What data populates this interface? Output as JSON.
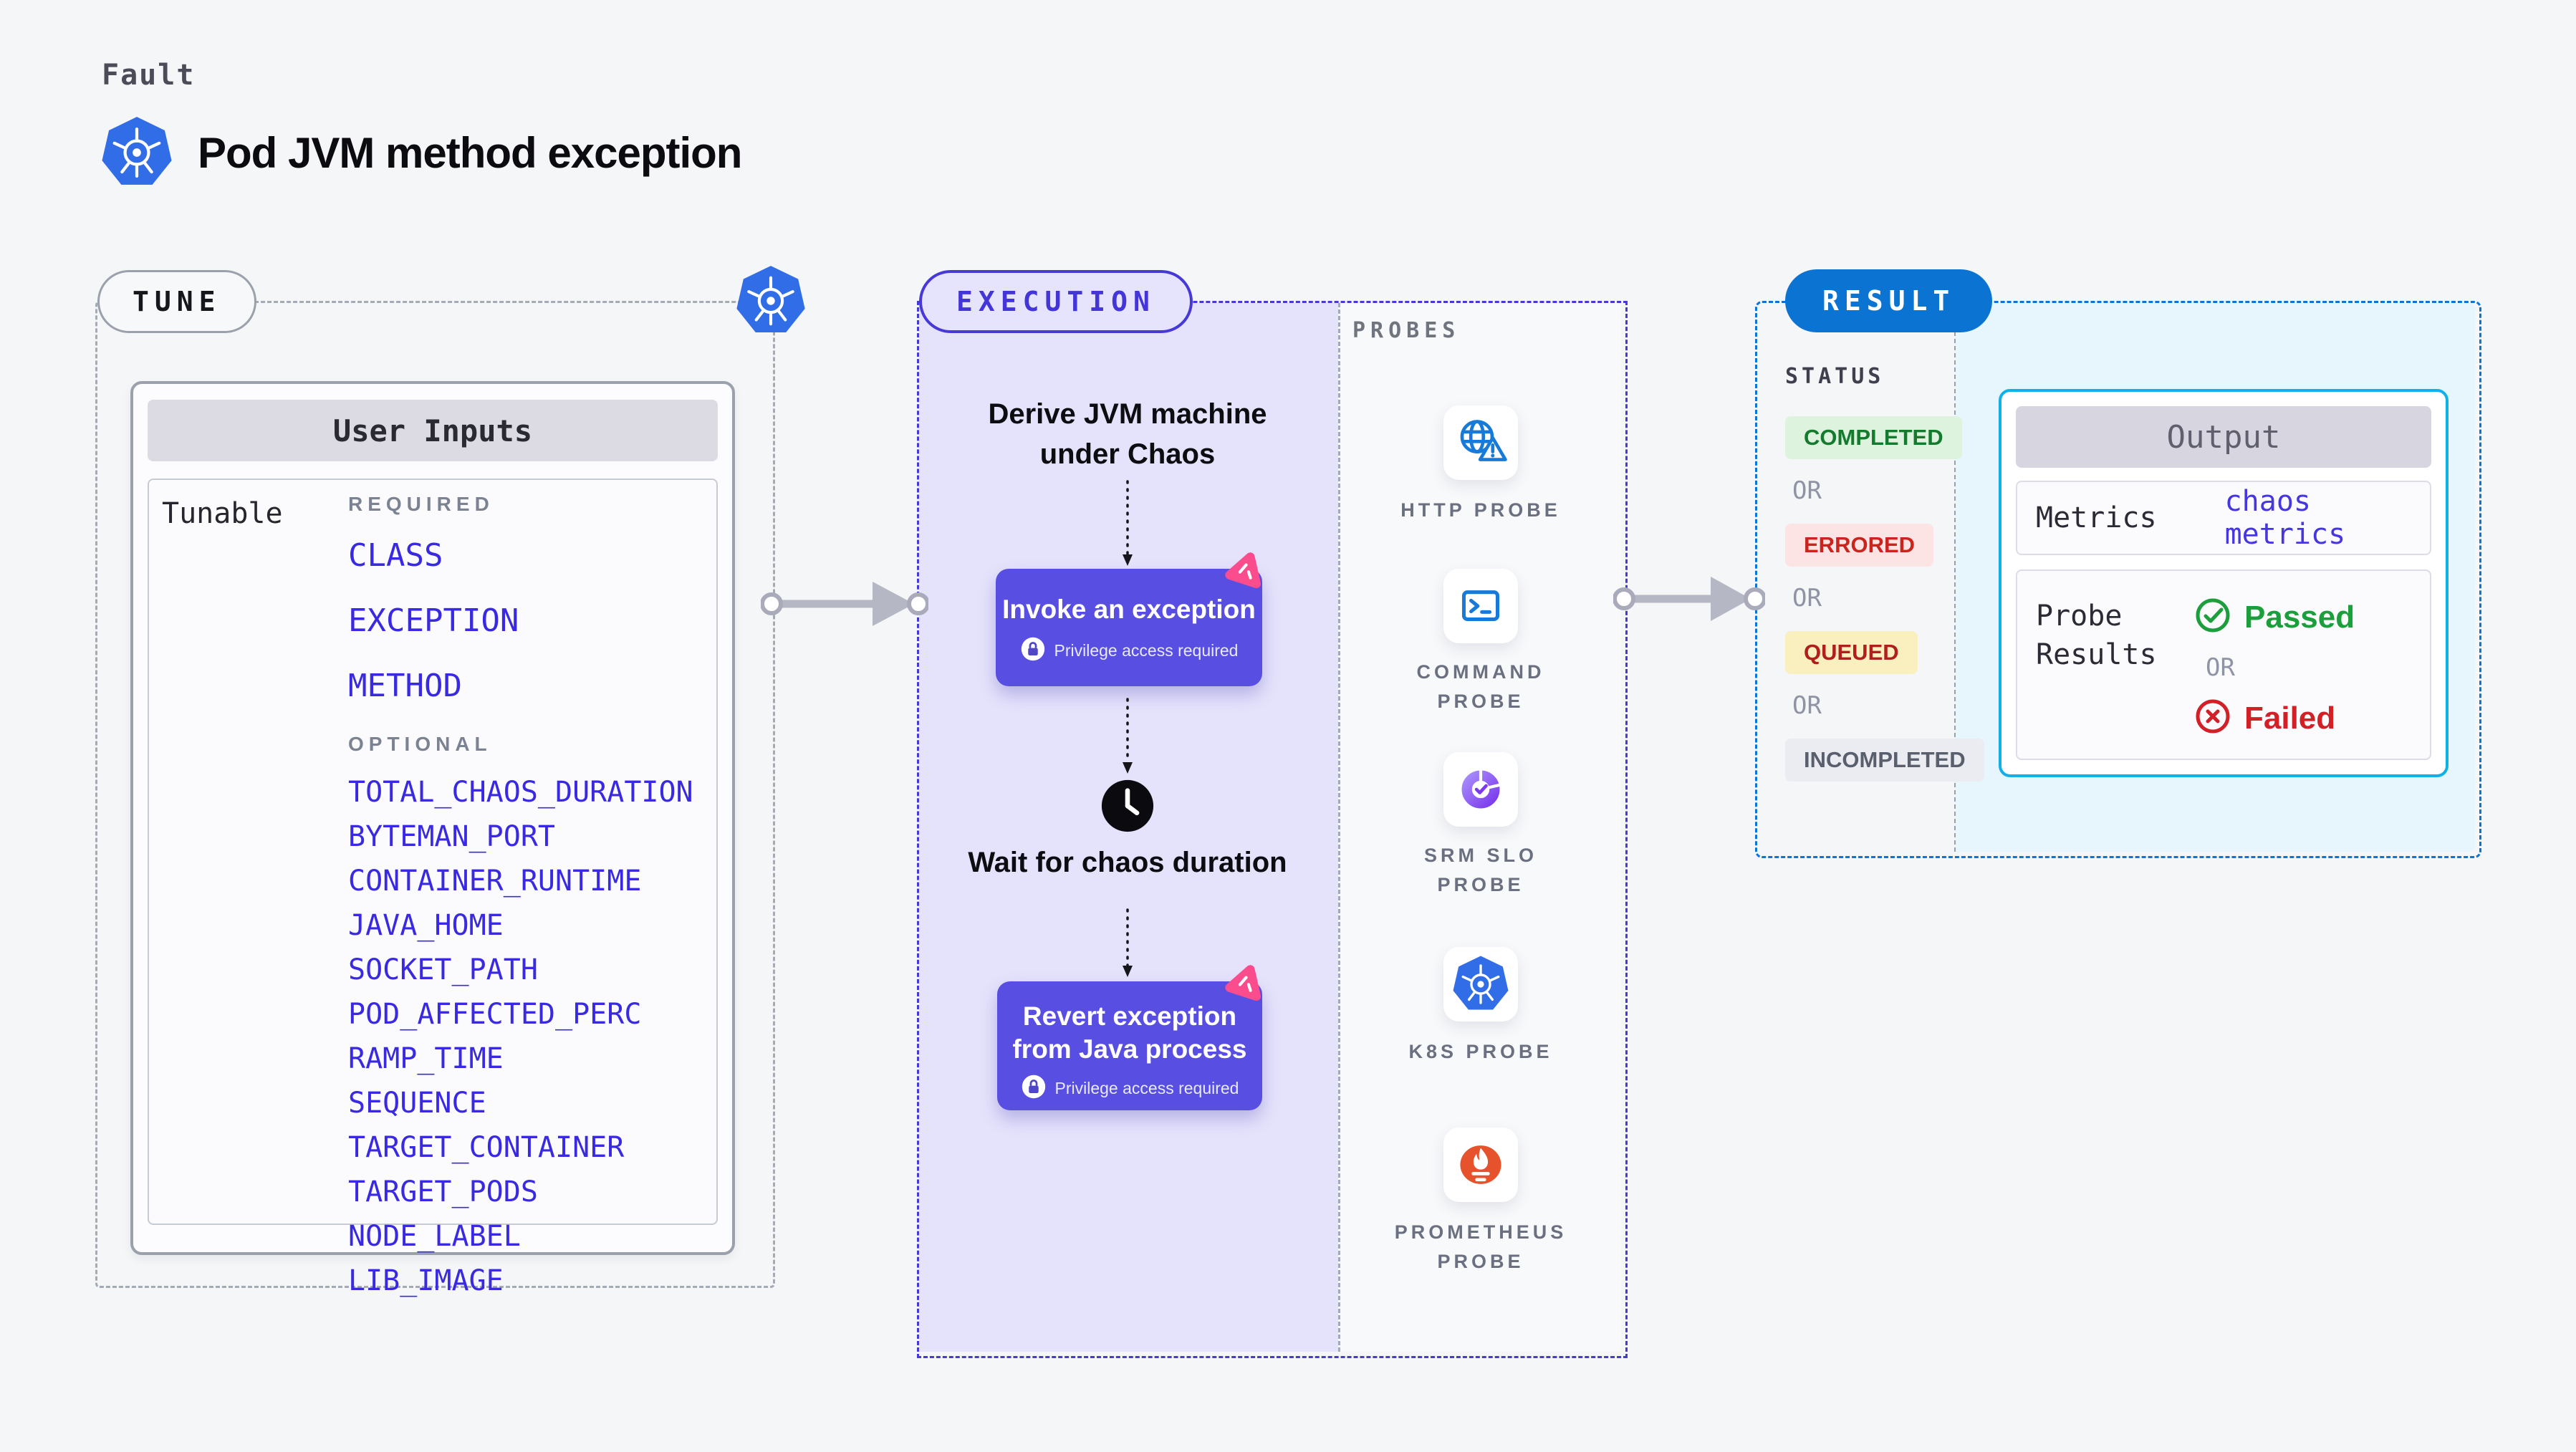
{
  "colors": {
    "page_bg": "#f4f6f8",
    "execution_lavender_bg": "#e5e3fb",
    "execution_border_indigo": "#4639d6",
    "tunable_item_blue": "#392ae2",
    "action_button_purple": "#584ee2",
    "kubernetes_blue": "#316de6",
    "result_border_blue": "#0c74d4",
    "result_pill_blue": "#0b73d2",
    "output_border_cyan": "#10b1e8",
    "result_cyan_bg": "#e7f5fc",
    "passed_green": "#1d9e3c",
    "failed_red": "#d32027",
    "chaos_pink": "#fb4d8d",
    "prometheus_orange": "#e6522c",
    "badge_completed": {
      "bg": "#def3dd",
      "text": "#147a2e"
    },
    "badge_errored": {
      "bg": "#fce4e4",
      "text": "#c9251e"
    },
    "badge_queued": {
      "bg": "#f9efbf",
      "text": "#b01e1e"
    },
    "badge_incompleted": {
      "bg": "#ebecf1",
      "text": "#5a5f6d"
    }
  },
  "header": {
    "kicker": "Fault",
    "title": "Pod JVM method exception"
  },
  "tune": {
    "pill": "TUNE",
    "card_header": "User Inputs",
    "row_label": "Tunable",
    "required_label": "REQUIRED",
    "required_items": [
      "CLASS",
      "EXCEPTION",
      "METHOD"
    ],
    "optional_label": "OPTIONAL",
    "optional_items": [
      "TOTAL_CHAOS_DURATION",
      "BYTEMAN_PORT",
      "CONTAINER_RUNTIME",
      "JAVA_HOME",
      "SOCKET_PATH",
      "POD_AFFECTED_PERC",
      "RAMP_TIME",
      "SEQUENCE",
      "TARGET_CONTAINER",
      "TARGET_PODS",
      "NODE_LABEL",
      "LIB_IMAGE"
    ]
  },
  "execution": {
    "pill": "EXECUTION",
    "derive_label": "Derive JVM machine under Chaos",
    "invoke": {
      "title": "Invoke an exception",
      "note": "Privilege access required"
    },
    "wait_label": "Wait for chaos duration",
    "revert": {
      "title": "Revert exception from Java process",
      "note": "Privilege access required"
    },
    "probes": {
      "label": "PROBES",
      "items": [
        {
          "icon": "globe-warning-icon",
          "lines": [
            "HTTP PROBE"
          ]
        },
        {
          "icon": "terminal-icon",
          "lines": [
            "COMMAND",
            "PROBE"
          ]
        },
        {
          "icon": "slo-donut-check-icon",
          "lines": [
            "SRM SLO",
            "PROBE"
          ]
        },
        {
          "icon": "kubernetes-icon",
          "lines": [
            "K8S PROBE"
          ]
        },
        {
          "icon": "prometheus-flame-icon",
          "lines": [
            "PROMETHEUS",
            "PROBE"
          ]
        }
      ]
    }
  },
  "result": {
    "pill": "RESULT",
    "status_label": "STATUS",
    "or_label": "OR",
    "statuses": [
      {
        "label": "COMPLETED",
        "style": "green"
      },
      {
        "label": "ERRORED",
        "style": "red"
      },
      {
        "label": "QUEUED",
        "style": "yellow"
      },
      {
        "label": "INCOMPLETED",
        "style": "gray"
      }
    ],
    "output": {
      "header": "Output",
      "metrics_label": "Metrics",
      "metrics_value": "chaos metrics",
      "probe_results_label": "Probe Results",
      "passed_label": "Passed",
      "or_label": "OR",
      "failed_label": "Failed"
    }
  }
}
